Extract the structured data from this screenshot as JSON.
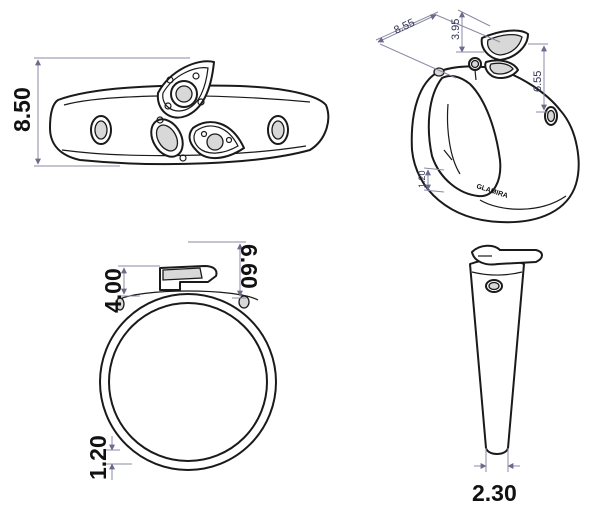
{
  "figure": {
    "views": [
      "top-view",
      "isometric-view",
      "front-view",
      "side-view"
    ],
    "dimensions": {
      "top_height": "8.50",
      "iso_length": "8.55",
      "iso_top": "3.95",
      "iso_height": "6.55",
      "iso_band": "1.20",
      "front_head": "4.00",
      "front_total": "6.60",
      "front_band": "1.20",
      "side_width": "2.30"
    },
    "stamp": "GLAMIRA"
  }
}
